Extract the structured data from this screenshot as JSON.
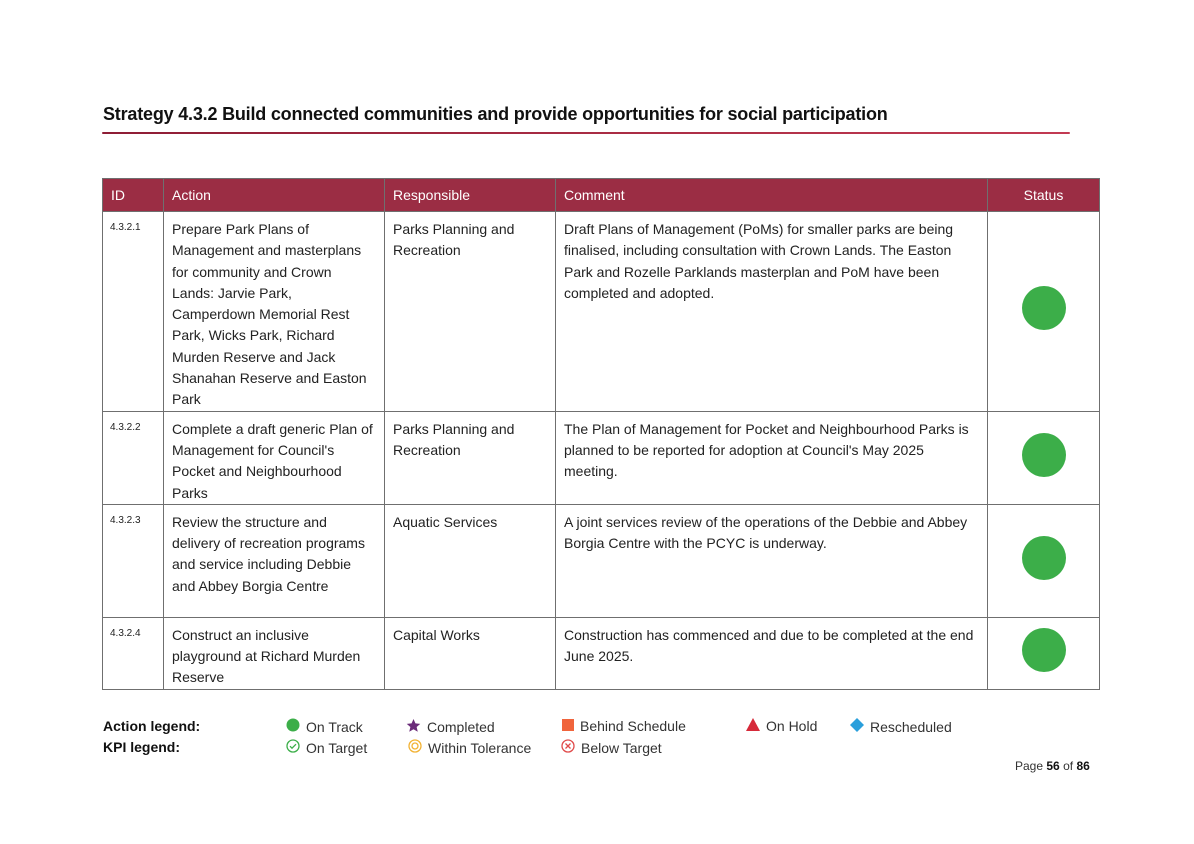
{
  "heading": "Strategy 4.3.2 Build connected communities and provide opportunities for social participation",
  "table": {
    "headers": {
      "id": "ID",
      "action": "Action",
      "responsible": "Responsible",
      "comment": "Comment",
      "status": "Status"
    },
    "rows": [
      {
        "id": "4.3.2.1",
        "action": "Prepare Park Plans of Management and masterplans for community and Crown Lands: Jarvie Park, Camperdown Memorial Rest Park, Wicks Park, Richard Murden Reserve and Jack Shanahan Reserve and Easton Park",
        "responsible": "Parks Planning and Recreation",
        "comment": "Draft Plans of Management (PoMs) for smaller parks are being finalised, including consultation with Crown Lands. The Easton Park and Rozelle Parklands masterplan and PoM have been completed and adopted.",
        "status": "On Track"
      },
      {
        "id": "4.3.2.2",
        "action": "Complete a draft generic Plan of Management for Council's Pocket and Neighbourhood Parks",
        "responsible": "Parks Planning and Recreation",
        "comment": "The Plan of Management for Pocket and Neighbourhood Parks is planned to be reported for adoption at Council's May 2025 meeting.",
        "status": "On Track"
      },
      {
        "id": "4.3.2.3",
        "action": "Review the structure and delivery of recreation programs and service including Debbie and Abbey Borgia Centre",
        "responsible": "Aquatic Services",
        "comment": "A joint services review of the operations of the Debbie and Abbey Borgia Centre with the PCYC is underway.",
        "status": "On Track"
      },
      {
        "id": "4.3.2.4",
        "action": "Construct an inclusive playground at Richard Murden Reserve",
        "responsible": "Capital Works",
        "comment": "Construction has commenced and due to be completed at the end June 2025.",
        "status": "On Track"
      }
    ]
  },
  "legend": {
    "action_label": "Action legend:",
    "kpi_label": "KPI legend:",
    "action_items": {
      "on_track": "On Track",
      "completed": "Completed",
      "behind_schedule": "Behind Schedule",
      "on_hold": "On Hold",
      "rescheduled": "Rescheduled"
    },
    "kpi_items": {
      "on_target": "On Target",
      "within_tolerance": "Within Tolerance",
      "below_target": "Below Target"
    }
  },
  "footer": {
    "page_word": "Page",
    "current": "56",
    "of_word": "of",
    "total": "86"
  },
  "colors": {
    "header_bg": "#9b2d44",
    "on_track": "#3cae49",
    "completed": "#6b2c7a",
    "behind_schedule": "#f0643c",
    "on_hold": "#d62a3a",
    "rescheduled": "#2a9fdc",
    "within_tolerance": "#f2b233",
    "below_target": "#e04a4a"
  }
}
